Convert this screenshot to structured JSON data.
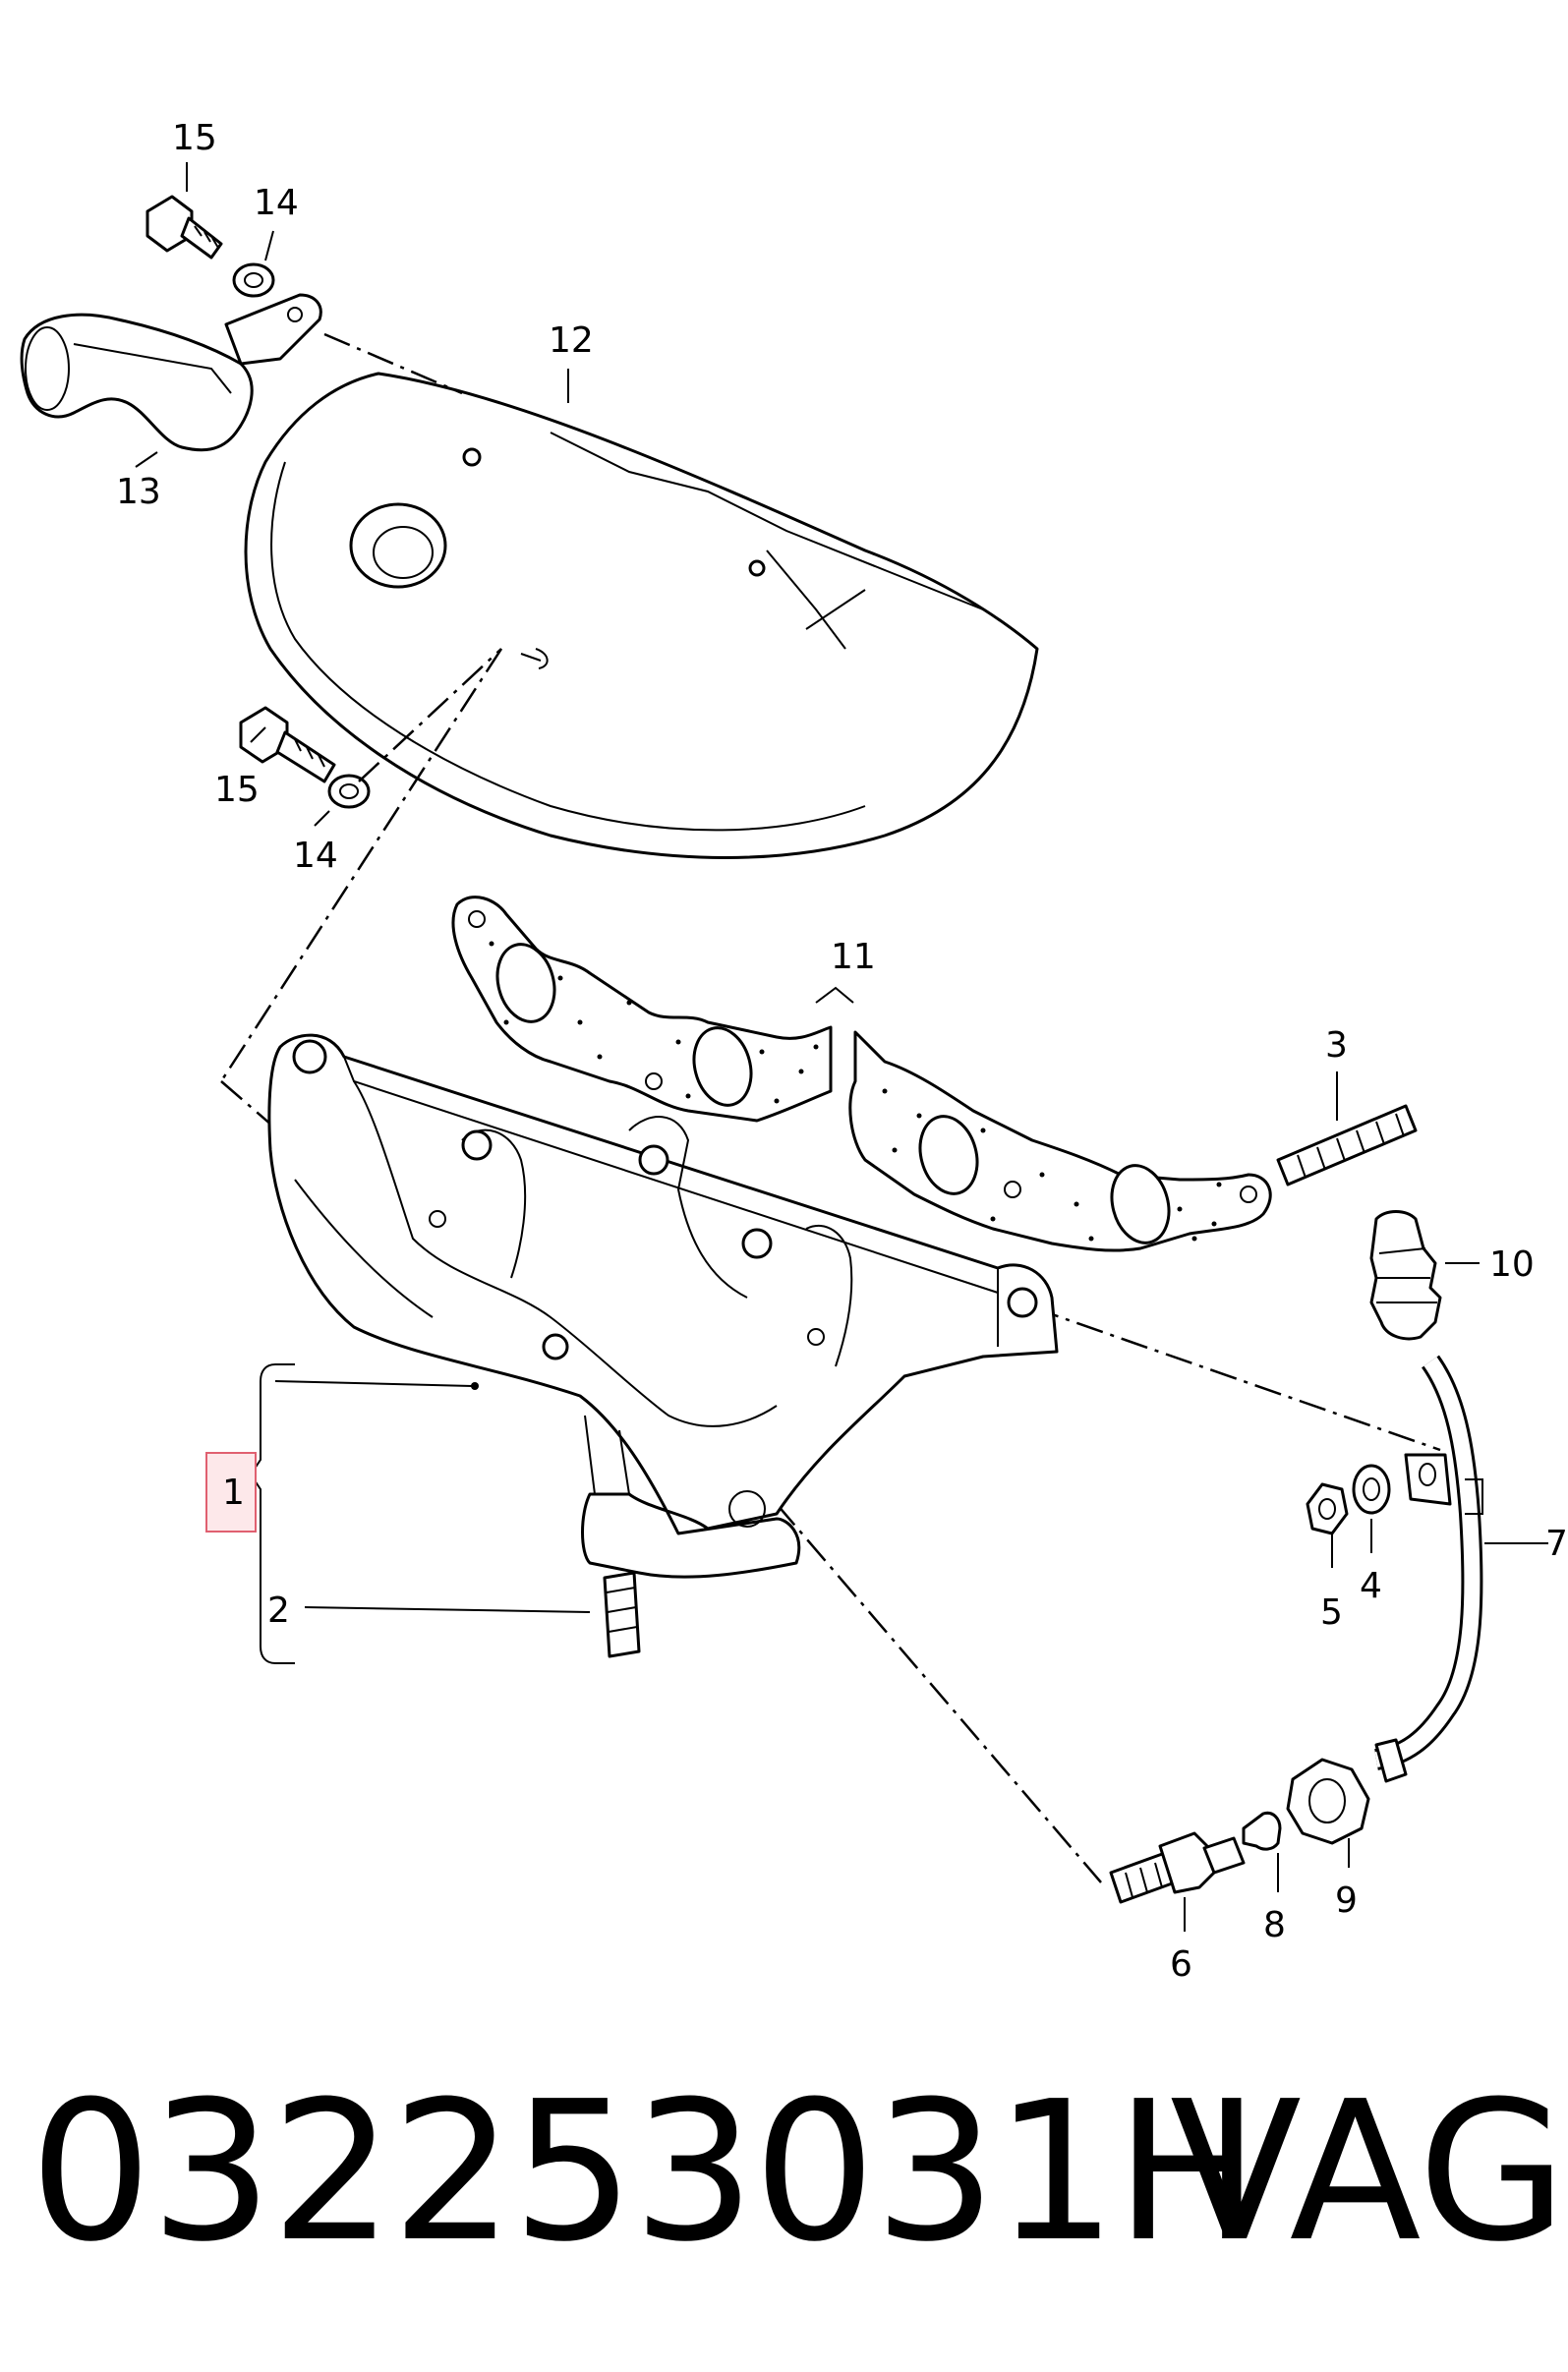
{
  "callouts": {
    "c1": "1",
    "c2": "2",
    "c3": "3",
    "c4": "4",
    "c5": "5",
    "c6": "6",
    "c7": "7",
    "c8": "8",
    "c9": "9",
    "c10": "10",
    "c11": "11",
    "c12": "12",
    "c13": "13",
    "c14a": "14",
    "c14b": "14",
    "c15a": "15",
    "c15b": "15"
  },
  "footer": {
    "part_number": "032253031H",
    "brand": "VAG"
  },
  "colors": {
    "line": "#000000",
    "background": "#ffffff",
    "highlight_fill": "#fde8ea",
    "highlight_border": "#e06070"
  }
}
